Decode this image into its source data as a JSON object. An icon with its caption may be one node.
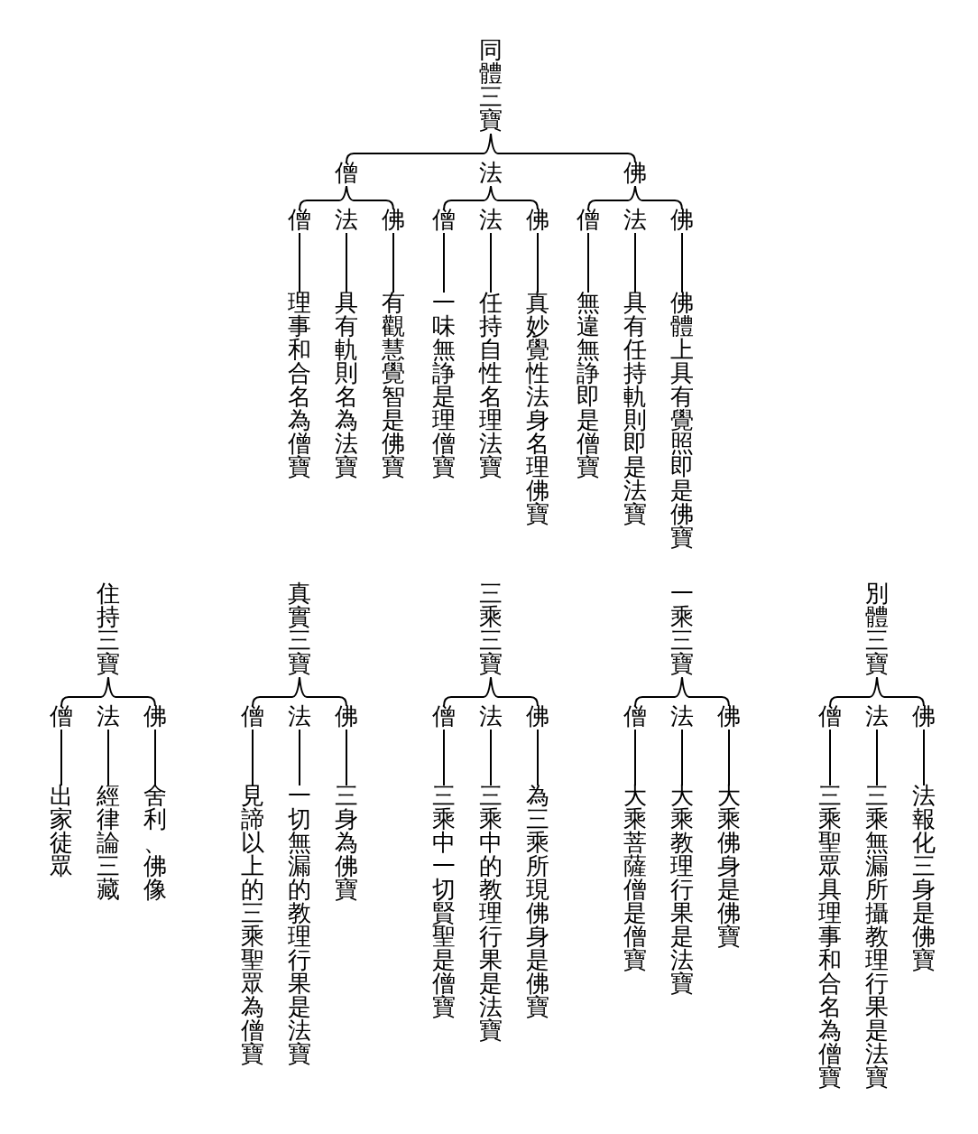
{
  "diagram": {
    "nodes": [
      {
        "text": [
          "同體三寶"
        ]
      },
      {
        "text": [
          "僧"
        ]
      },
      {
        "text": [
          "法"
        ]
      },
      {
        "text": [
          "佛"
        ]
      },
      {
        "text": [
          "僧"
        ]
      },
      {
        "text": [
          "法"
        ]
      },
      {
        "text": [
          "佛"
        ]
      },
      {
        "text": [
          "僧"
        ]
      },
      {
        "text": [
          "法"
        ]
      },
      {
        "text": [
          "佛"
        ]
      },
      {
        "text": [
          "僧"
        ]
      },
      {
        "text": [
          "法"
        ]
      },
      {
        "text": [
          "佛"
        ]
      },
      {
        "text": [
          "理事和合名為僧寶"
        ]
      },
      {
        "text": [
          "具有軌則名為法寶"
        ]
      },
      {
        "text": [
          "有觀慧覺智是佛寶"
        ]
      },
      {
        "text": [
          "一味無諍是理僧寶"
        ]
      },
      {
        "text": [
          "任持自性名理法寶"
        ]
      },
      {
        "text": [
          "真妙覺性法身名理佛寶"
        ]
      },
      {
        "text": [
          "無違無諍即是僧寶"
        ]
      },
      {
        "text": [
          "具有任持軌則即是法寶"
        ]
      },
      {
        "text": [
          "佛體上具有覺照即是佛寶"
        ]
      },
      {
        "text": [
          "住持三寶"
        ]
      },
      {
        "text": [
          "僧"
        ]
      },
      {
        "text": [
          "法"
        ]
      },
      {
        "text": [
          "佛"
        ]
      },
      {
        "text": [
          "出家徒眾"
        ]
      },
      {
        "text": [
          "經律論三藏"
        ]
      },
      {
        "text": [
          "舍利、佛像"
        ]
      },
      {
        "text": [
          "真實三寶"
        ]
      },
      {
        "text": [
          "僧"
        ]
      },
      {
        "text": [
          "法"
        ]
      },
      {
        "text": [
          "佛"
        ]
      },
      {
        "text": [
          "見諦以上的三乘聖眾為僧寶"
        ]
      },
      {
        "text": [
          "一切無漏的教理行果是法寶"
        ]
      },
      {
        "text": [
          "三身為佛寶"
        ]
      },
      {
        "text": [
          "三乘三寶"
        ]
      },
      {
        "text": [
          "僧"
        ]
      },
      {
        "text": [
          "法"
        ]
      },
      {
        "text": [
          "佛"
        ]
      },
      {
        "text": [
          "三乘中一切賢聖是僧寶"
        ]
      },
      {
        "text": [
          "三乘中的教理行果是法寶"
        ]
      },
      {
        "text": [
          "為三乘所現佛身是佛寶"
        ]
      },
      {
        "text": [
          "一乘三寶"
        ]
      },
      {
        "text": [
          "僧"
        ]
      },
      {
        "text": [
          "法"
        ]
      },
      {
        "text": [
          "佛"
        ]
      },
      {
        "text": [
          "大乘菩薩僧是僧寶"
        ]
      },
      {
        "text": [
          "大乘教理行果是法寶"
        ]
      },
      {
        "text": [
          "大乘佛身是佛寶"
        ]
      },
      {
        "text": [
          "別體三寶"
        ]
      },
      {
        "text": [
          "僧"
        ]
      },
      {
        "text": [
          "法"
        ]
      },
      {
        "text": [
          "佛"
        ]
      },
      {
        "text": [
          "三乘聖眾具理事和合名為僧寶"
        ]
      },
      {
        "text": [
          "三乘無漏所攝教理行果是法寶"
        ]
      },
      {
        "text": [
          "法報化三身是佛寶"
        ]
      }
    ],
    "edges": [
      {
        "from": 0,
        "to": 1,
        "arrow": "none"
      },
      {
        "from": 0,
        "to": 2,
        "arrow": "none"
      },
      {
        "from": 0,
        "to": 3,
        "arrow": "none"
      },
      {
        "from": 1,
        "to": 4,
        "arrow": "none"
      },
      {
        "from": 1,
        "to": 5,
        "arrow": "none"
      },
      {
        "from": 1,
        "to": 6,
        "arrow": "none"
      },
      {
        "from": 2,
        "to": 7,
        "arrow": "none"
      },
      {
        "from": 2,
        "to": 8,
        "arrow": "none"
      },
      {
        "from": 2,
        "to": 9,
        "arrow": "none"
      },
      {
        "from": 3,
        "to": 10,
        "arrow": "none"
      },
      {
        "from": 3,
        "to": 11,
        "arrow": "none"
      },
      {
        "from": 3,
        "to": 12,
        "arrow": "none"
      },
      {
        "from": 4,
        "to": 13,
        "arrow": "none"
      },
      {
        "from": 5,
        "to": 14,
        "arrow": "none"
      },
      {
        "from": 6,
        "to": 15,
        "arrow": "none"
      },
      {
        "from": 7,
        "to": 16,
        "arrow": "none"
      },
      {
        "from": 8,
        "to": 17,
        "arrow": "none"
      },
      {
        "from": 9,
        "to": 18,
        "arrow": "none"
      },
      {
        "from": 10,
        "to": 19,
        "arrow": "none"
      },
      {
        "from": 11,
        "to": 20,
        "arrow": "none"
      },
      {
        "from": 12,
        "to": 21,
        "arrow": "none"
      },
      {
        "from": 22,
        "to": 23,
        "arrow": "none"
      },
      {
        "from": 22,
        "to": 24,
        "arrow": "none"
      },
      {
        "from": 22,
        "to": 25,
        "arrow": "none"
      },
      {
        "from": 23,
        "to": 26,
        "arrow": "none"
      },
      {
        "from": 24,
        "to": 27,
        "arrow": "none"
      },
      {
        "from": 25,
        "to": 28,
        "arrow": "none"
      },
      {
        "from": 29,
        "to": 30,
        "arrow": "none"
      },
      {
        "from": 29,
        "to": 31,
        "arrow": "none"
      },
      {
        "from": 29,
        "to": 32,
        "arrow": "none"
      },
      {
        "from": 30,
        "to": 33,
        "arrow": "none"
      },
      {
        "from": 31,
        "to": 34,
        "arrow": "none"
      },
      {
        "from": 32,
        "to": 35,
        "arrow": "none"
      },
      {
        "from": 36,
        "to": 37,
        "arrow": "none"
      },
      {
        "from": 36,
        "to": 38,
        "arrow": "none"
      },
      {
        "from": 36,
        "to": 39,
        "arrow": "none"
      },
      {
        "from": 37,
        "to": 40,
        "arrow": "none"
      },
      {
        "from": 38,
        "to": 41,
        "arrow": "none"
      },
      {
        "from": 39,
        "to": 42,
        "arrow": "none"
      },
      {
        "from": 43,
        "to": 44,
        "arrow": "none"
      },
      {
        "from": 43,
        "to": 45,
        "arrow": "none"
      },
      {
        "from": 43,
        "to": 46,
        "arrow": "none"
      },
      {
        "from": 44,
        "to": 47,
        "arrow": "none"
      },
      {
        "from": 45,
        "to": 48,
        "arrow": "none"
      },
      {
        "from": 46,
        "to": 49,
        "arrow": "none"
      },
      {
        "from": 50,
        "to": 51,
        "arrow": "none"
      },
      {
        "from": 50,
        "to": 52,
        "arrow": "none"
      },
      {
        "from": 50,
        "to": 53,
        "arrow": "none"
      },
      {
        "from": 51,
        "to": 54,
        "arrow": "none"
      },
      {
        "from": 52,
        "to": 55,
        "arrow": "none"
      },
      {
        "from": 53,
        "to": 56,
        "arrow": "none"
      }
    ]
  }
}
